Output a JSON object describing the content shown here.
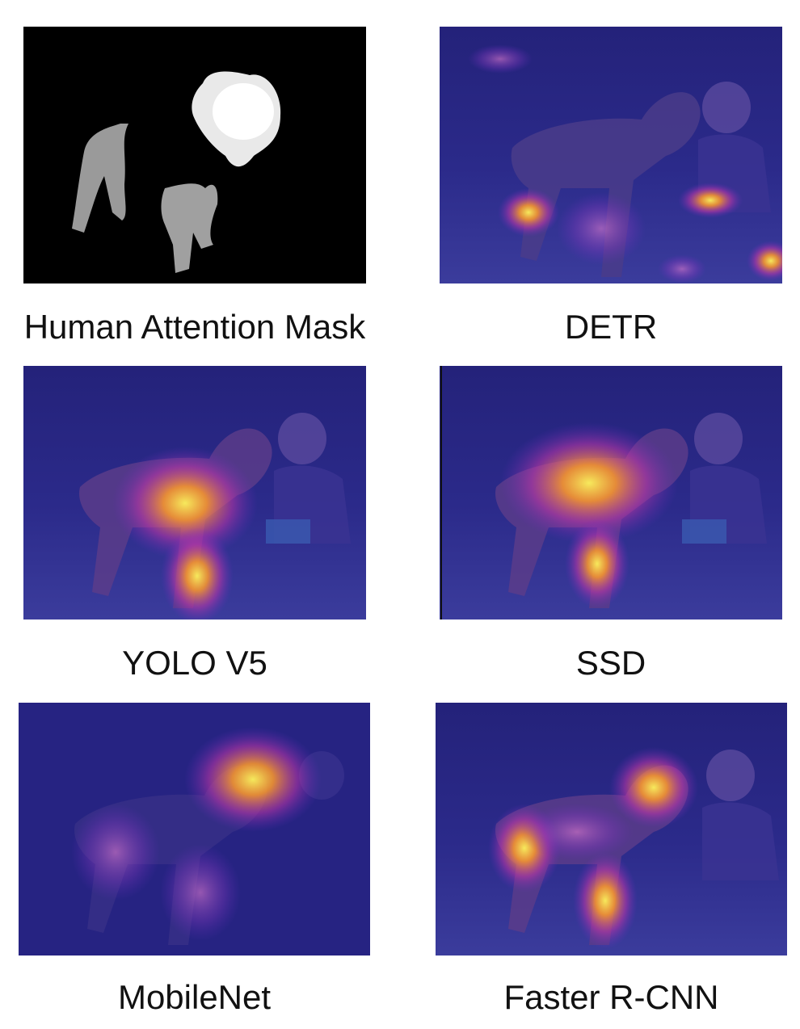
{
  "figure": {
    "panels": [
      {
        "id": "mask",
        "caption": "Human Attention Mask",
        "kind": "attention-mask"
      },
      {
        "id": "detr",
        "caption": "DETR",
        "kind": "heatmap-overlay"
      },
      {
        "id": "yolo",
        "caption": "YOLO V5",
        "kind": "heatmap-overlay"
      },
      {
        "id": "ssd",
        "caption": "SSD",
        "kind": "heatmap-overlay"
      },
      {
        "id": "mobile",
        "caption": "MobileNet",
        "kind": "heatmap-overlay"
      },
      {
        "id": "frcnn",
        "caption": "Faster R-CNN",
        "kind": "heatmap-overlay"
      }
    ]
  },
  "colors": {
    "overlay_base": "#2a2490",
    "heat_low": "#7b2fbf",
    "heat_mid": "#ff8a2a",
    "heat_high": "#fff35a",
    "mask_background": "#000000",
    "mask_foreground": "#c8c8c8"
  }
}
